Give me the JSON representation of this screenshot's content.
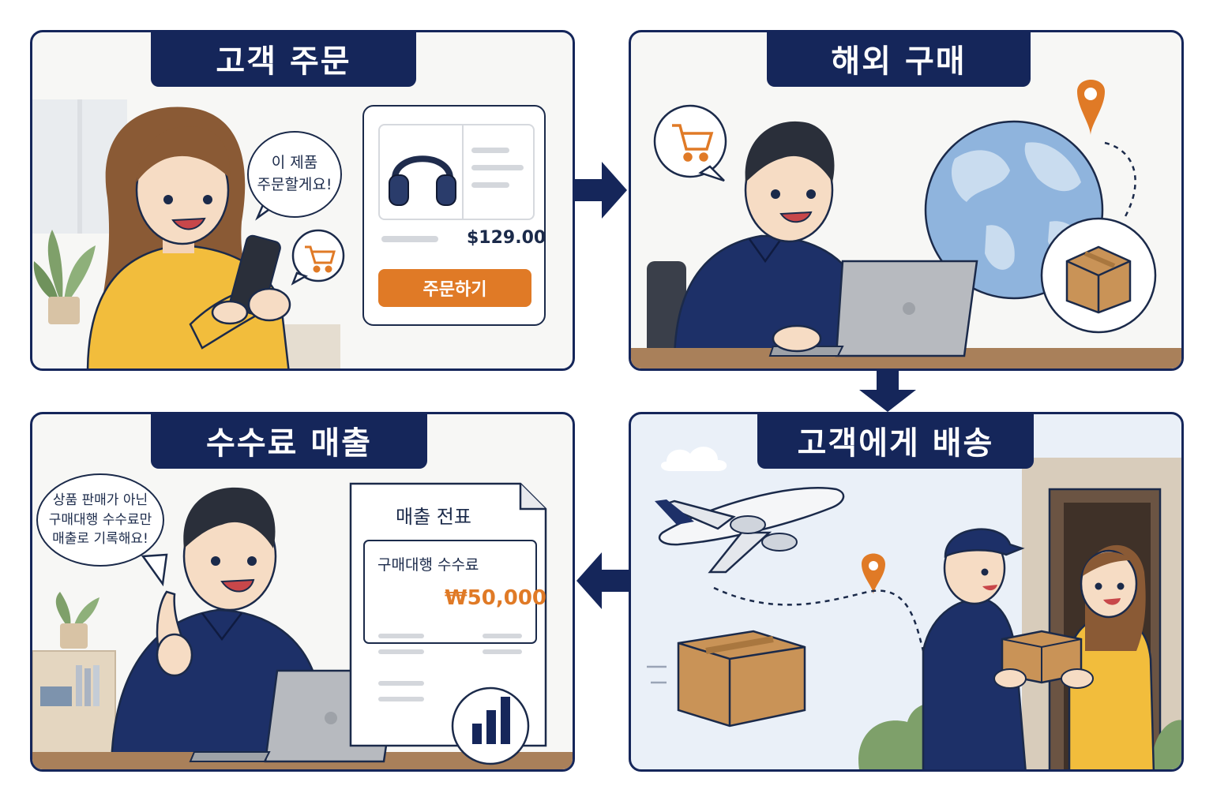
{
  "panels": {
    "order": {
      "title": "고객 주문",
      "speech": [
        "이 제품",
        "주문할게요!"
      ],
      "product_price": "$129.00",
      "order_button": "주문하기"
    },
    "overseas": {
      "title": "해외 구매"
    },
    "delivery": {
      "title": "고객에게 배송"
    },
    "revenue": {
      "title": "수수료 매출",
      "speech": [
        "상품 판매가 아닌",
        "구매대행 수수료만",
        "매출로 기록해요!"
      ],
      "document_title": "매출 전표",
      "fee_label": "구매대행 수수료",
      "fee_amount": "₩50,000"
    }
  },
  "colors": {
    "navy": "#15265a",
    "accent_orange": "#e07a26",
    "shirt_yellow": "#f2bd3c",
    "shirt_navy": "#1d3068",
    "box_brown": "#c99357",
    "globe_blue": "#8fb4dd"
  },
  "icons": [
    "cart-icon",
    "headphones-icon",
    "location-pin-icon",
    "globe-icon",
    "package-icon",
    "airplane-icon",
    "bar-chart-icon",
    "laptop-icon"
  ]
}
